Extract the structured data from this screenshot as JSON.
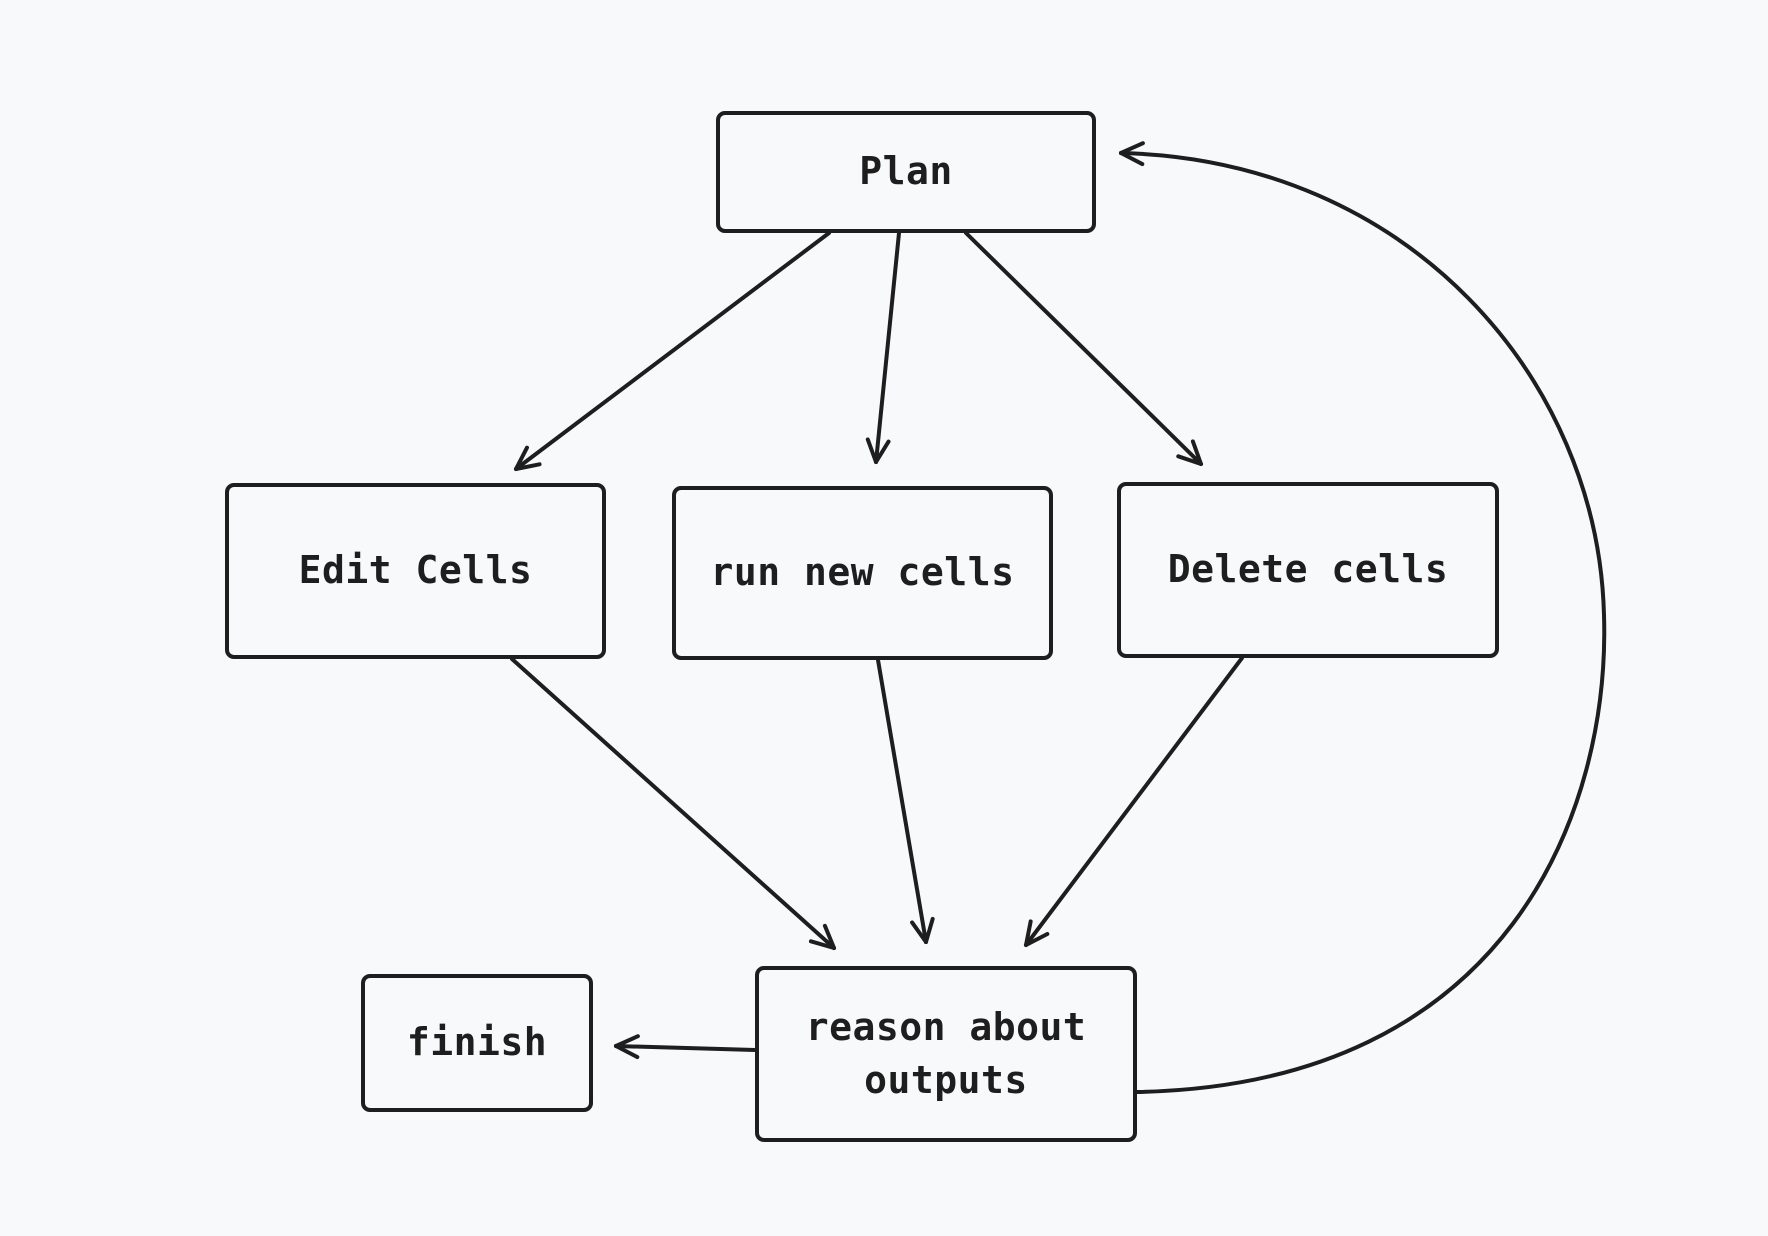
{
  "diagram": {
    "nodes": [
      {
        "id": "plan",
        "label": "Plan"
      },
      {
        "id": "edit",
        "label": "Edit Cells"
      },
      {
        "id": "run",
        "label": "run new cells"
      },
      {
        "id": "delete",
        "label": "Delete cells"
      },
      {
        "id": "reason",
        "label": "reason about\noutputs"
      },
      {
        "id": "finish",
        "label": "finish"
      }
    ],
    "edges": [
      {
        "from": "plan",
        "to": "edit"
      },
      {
        "from": "plan",
        "to": "run"
      },
      {
        "from": "plan",
        "to": "delete"
      },
      {
        "from": "edit",
        "to": "reason"
      },
      {
        "from": "run",
        "to": "reason"
      },
      {
        "from": "delete",
        "to": "reason"
      },
      {
        "from": "reason",
        "to": "finish"
      },
      {
        "from": "reason",
        "to": "plan"
      }
    ]
  },
  "colors": {
    "background": "#f8f9fb",
    "stroke": "#1e1e1e"
  }
}
